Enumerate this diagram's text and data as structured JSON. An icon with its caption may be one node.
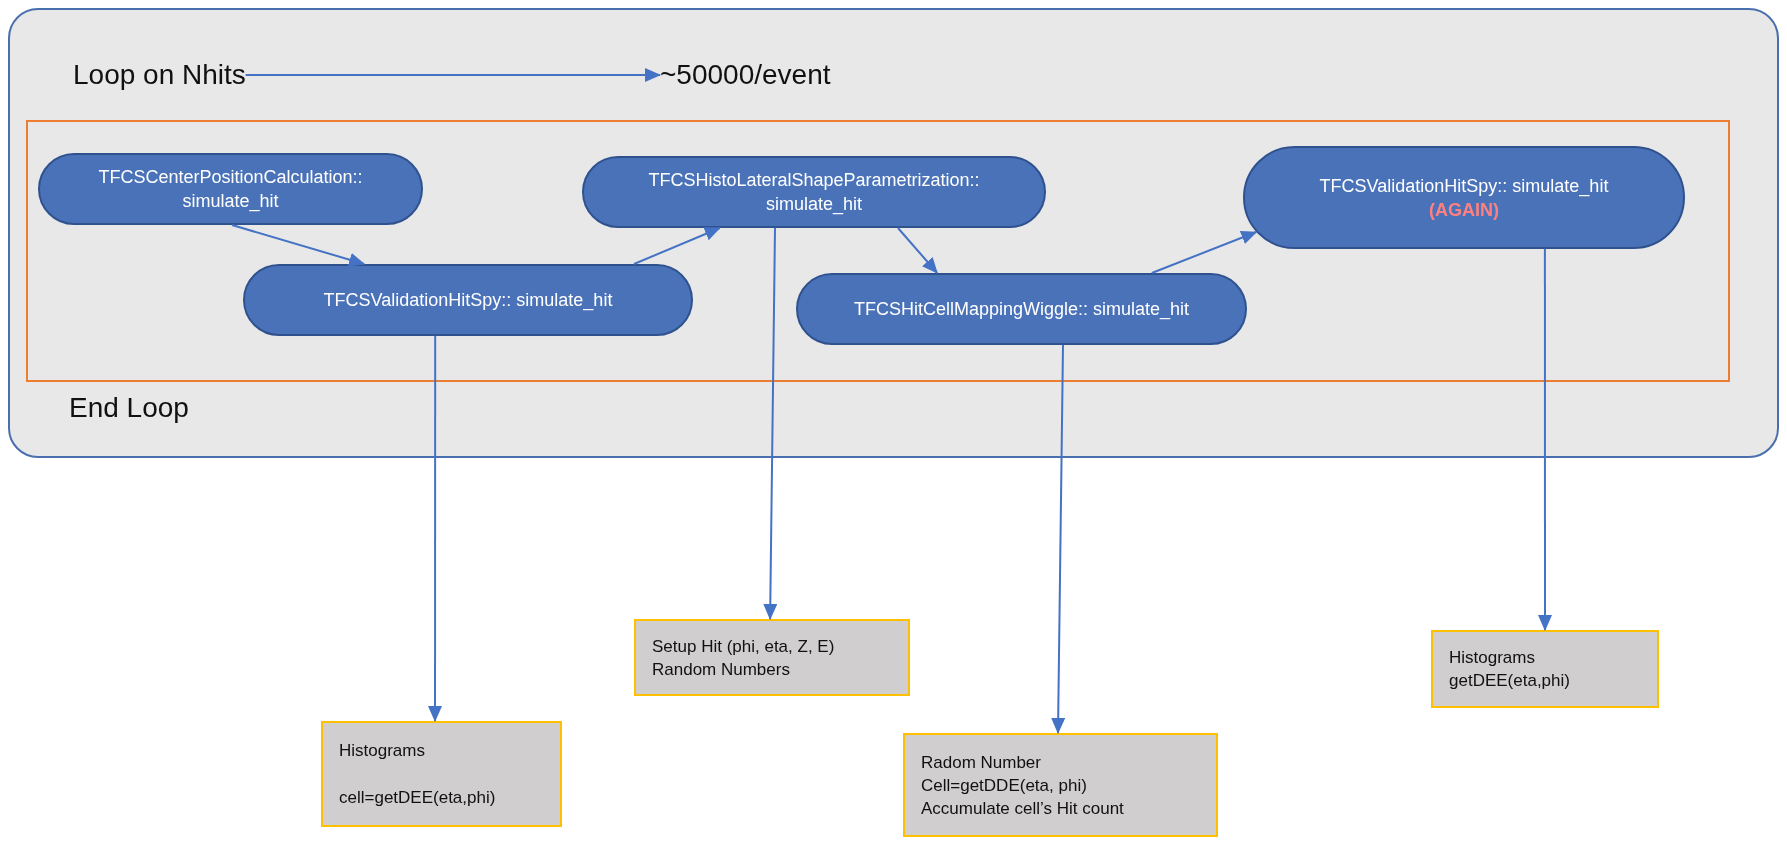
{
  "diagram": {
    "nodes": [
      {
        "text": [],
        "shape": "box"
      },
      {
        "text": [
          "Loop on Nhits"
        ],
        "in": 0
      },
      {
        "text": [
          "~50000/event"
        ],
        "in": 0
      },
      {
        "text": [],
        "shape": "box",
        "in": 0
      },
      {
        "text": [
          "TFCSCenterPositionCalculation:: simulate_hit"
        ],
        "in": 3
      },
      {
        "text": [
          "TFCSValidationHitSpy:: simulate_hit"
        ],
        "in": 3
      },
      {
        "text": [
          "TFCSHistoLateralShapeParametrization:: simulate_hit"
        ],
        "in": 3
      },
      {
        "text": [
          "TFCSHitCellMappingWiggle:: simulate_hit"
        ],
        "in": 3
      },
      {
        "text": [
          "TFCSValidationHitSpy:: simulate_hit",
          "(AGAIN)"
        ],
        "in": 3
      },
      {
        "text": [
          "Histograms",
          "cell=getDEE(eta,phi)"
        ]
      },
      {
        "text": [
          "Setup Hit (phi, eta, Z, E)",
          "Random Numbers"
        ]
      },
      {
        "text": [
          "Radom Number",
          "Cell=getDDE(eta, phi)",
          "Accumulate cell’s Hit count"
        ]
      },
      {
        "text": [
          "Histograms",
          "getDEE(eta,phi)"
        ]
      }
    ],
    "edges": [
      {
        "from": 1,
        "to": 2,
        "arrow": "to"
      },
      {
        "from": 4,
        "to": 5,
        "arrow": "to"
      },
      {
        "from": 5,
        "to": 6,
        "arrow": "to"
      },
      {
        "from": 6,
        "to": 7,
        "arrow": "to"
      },
      {
        "from": 7,
        "to": 8,
        "arrow": "to"
      },
      {
        "from": 5,
        "to": 9,
        "arrow": "to"
      },
      {
        "from": 6,
        "to": 10,
        "arrow": "to"
      },
      {
        "from": 7,
        "to": 11,
        "arrow": "to"
      },
      {
        "from": 8,
        "to": 12,
        "arrow": "to"
      }
    ],
    "labels": [
      "End Loop"
    ]
  }
}
